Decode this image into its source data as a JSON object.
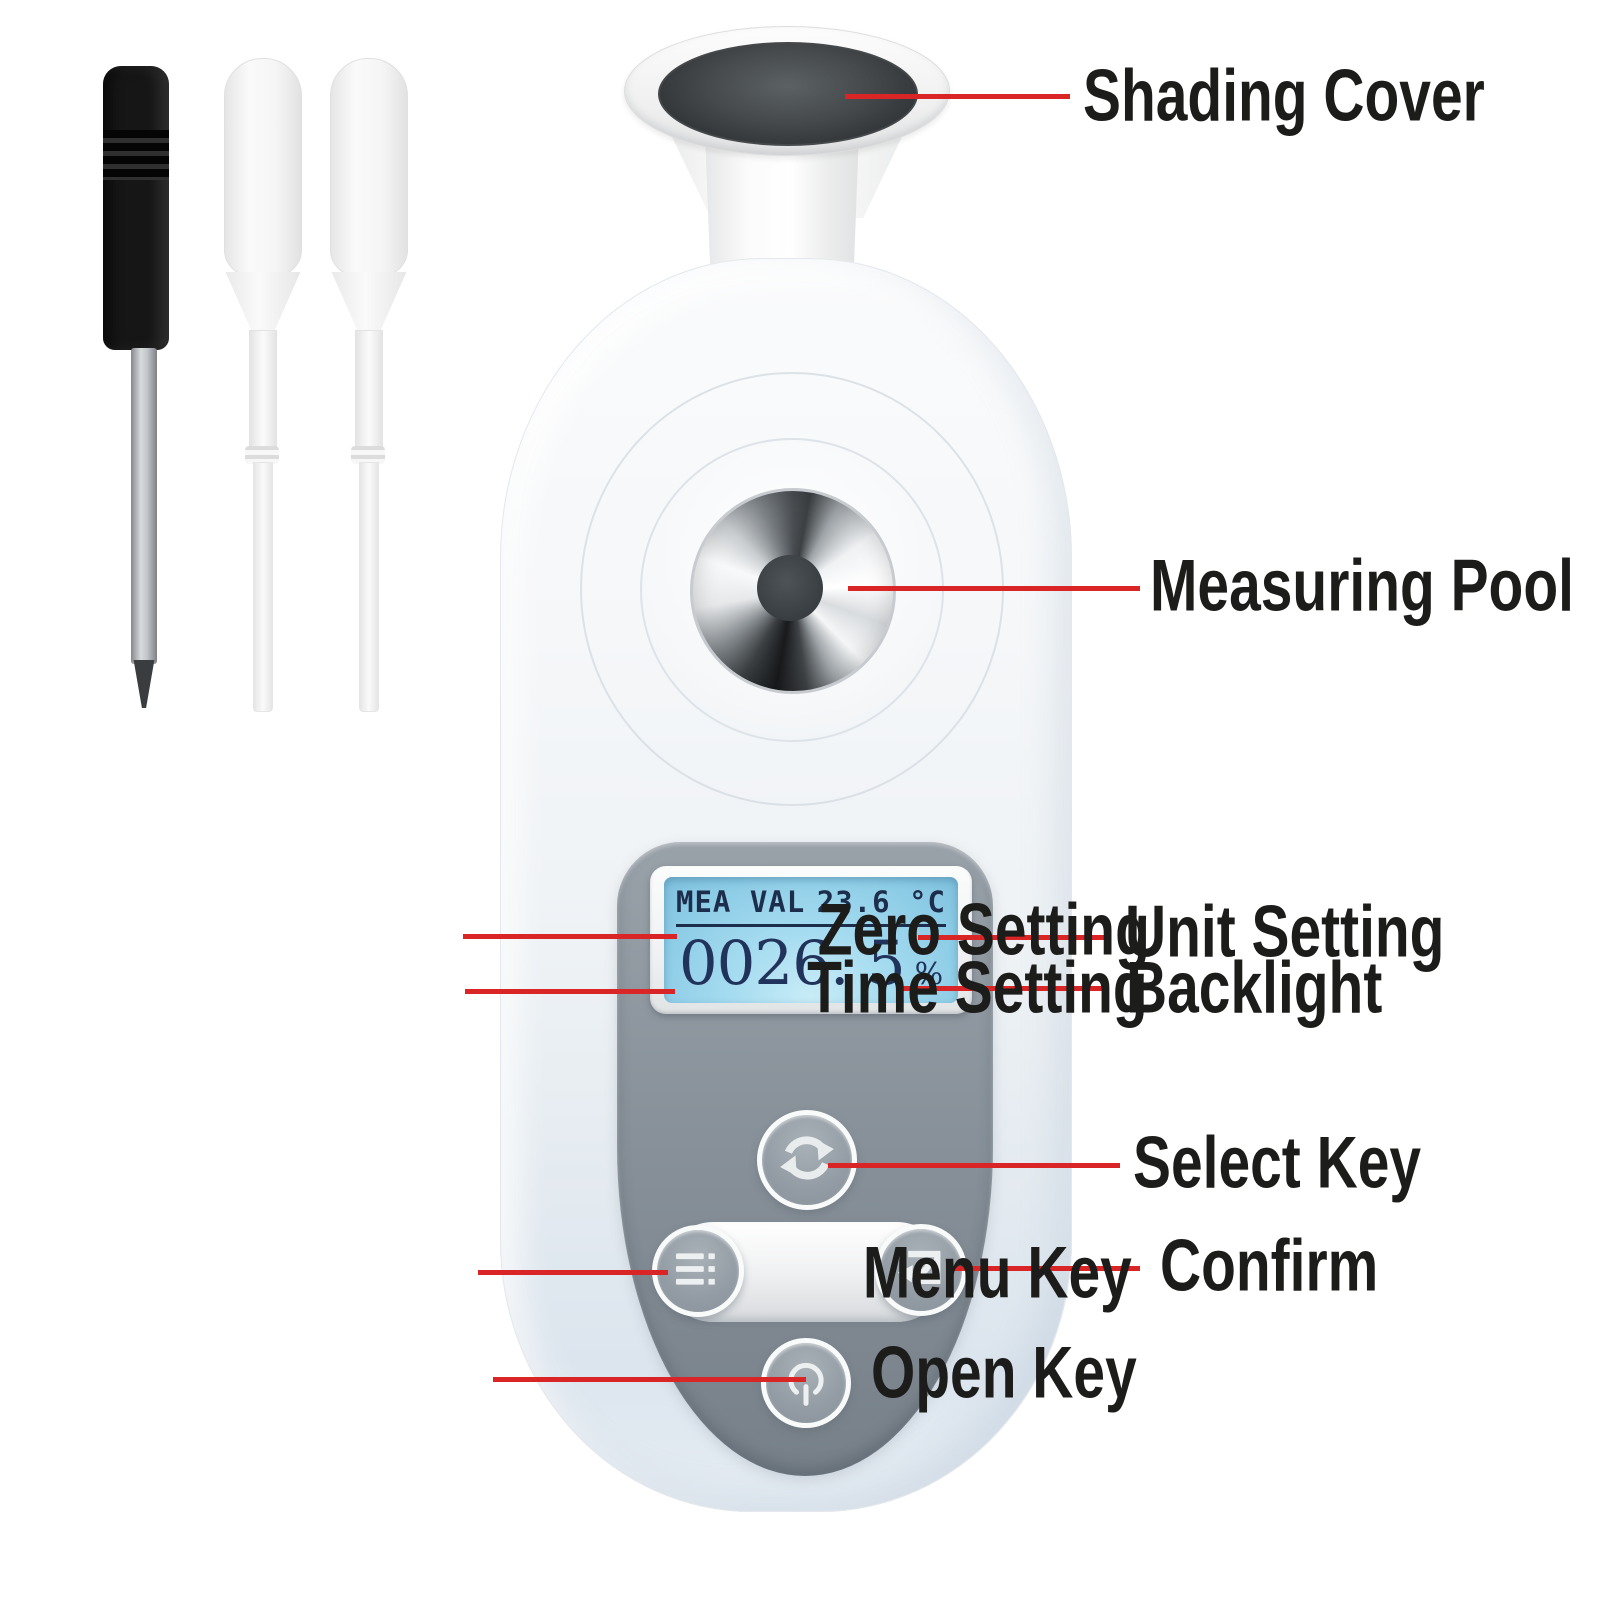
{
  "colors": {
    "callout_red": "#d92525",
    "lcd_background_blue": "#9ad5ec",
    "lcd_text_navy": "#1d2e4d",
    "panel_gray": "#8a939b",
    "shading_cover_dark": "#3a3e41",
    "body_white": "#f2f5f8"
  },
  "lcd": {
    "mode_label": "MEA VAL",
    "temperature_value": "23.6",
    "temperature_unit": "°C",
    "reading_value": "0026. 5",
    "reading_unit": "%"
  },
  "device": {
    "keys": {
      "select": "refresh-icon",
      "menu": "menu-lines-icon",
      "confirm": "return-arrow-icon",
      "open": "power-icon"
    }
  },
  "tools": {
    "left_to_right": [
      "screwdriver",
      "pipette",
      "pipette"
    ]
  },
  "callouts": [
    {
      "label": "Shading Cover"
    },
    {
      "label": "Measuring Pool"
    },
    {
      "label": "Zero Setting"
    },
    {
      "label": "Time Setting"
    },
    {
      "label": "Unit Setting"
    },
    {
      "label": "Backlight"
    },
    {
      "label": "Select Key"
    },
    {
      "label": "Confirm"
    },
    {
      "label": "Menu Key"
    },
    {
      "label": "Open Key"
    }
  ]
}
